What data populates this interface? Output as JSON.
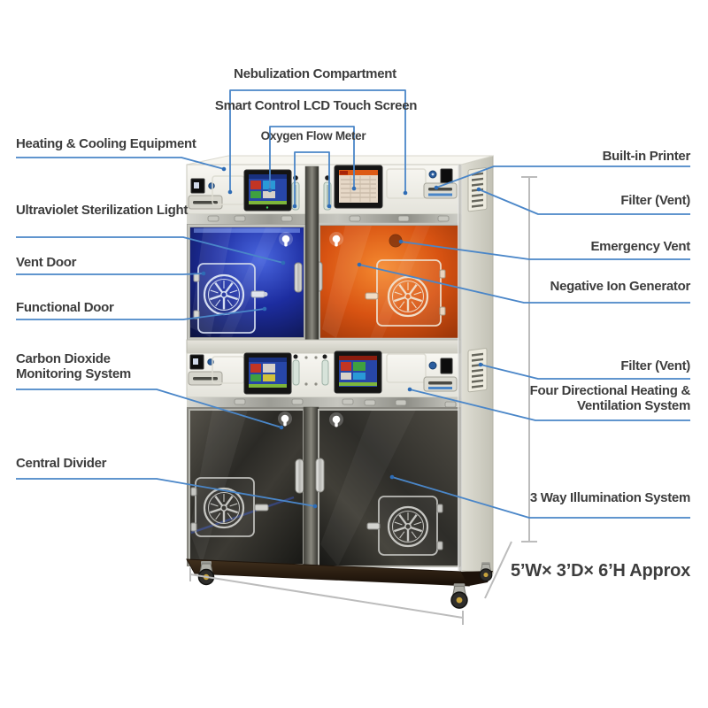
{
  "figure_type": "annotated product diagram",
  "callouts": {
    "top": [
      {
        "text": "Nebulization Compartment"
      },
      {
        "text": "Smart Control LCD Touch Screen"
      },
      {
        "text": "Oxygen Flow Meter"
      }
    ],
    "left": [
      {
        "text": "Heating & Cooling Equipment"
      },
      {
        "text": "Ultraviolet Sterilization Light"
      },
      {
        "text": "Vent Door"
      },
      {
        "text": "Functional Door"
      },
      {
        "text": "Carbon Dioxide Monitoring System"
      },
      {
        "text": "Central Divider"
      }
    ],
    "right": [
      {
        "text": "Built-in Printer"
      },
      {
        "text": "Filter (Vent)"
      },
      {
        "text": "Emergency Vent"
      },
      {
        "text": "Negative Ion Generator"
      },
      {
        "text": "Filter (Vent)"
      },
      {
        "text": "Four Directional Heating & Ventilation System"
      },
      {
        "text": "3 Way Illumination System"
      }
    ],
    "dimension": {
      "text": "5’W× 3’D× 6’H Approx"
    }
  },
  "colors": {
    "leader_line": "#4a86c8",
    "leader_dot": "#2e6cb5",
    "dimension_line": "#bcbcbc",
    "label_text": "#3d3d3d",
    "cabinet_panel": "#f0efe9",
    "blue_compartment_glow": "#1d2da0",
    "orange_compartment_glow": "#d85312",
    "stainless_door": "#2b2a26",
    "base_brown": "#2a1c10"
  }
}
